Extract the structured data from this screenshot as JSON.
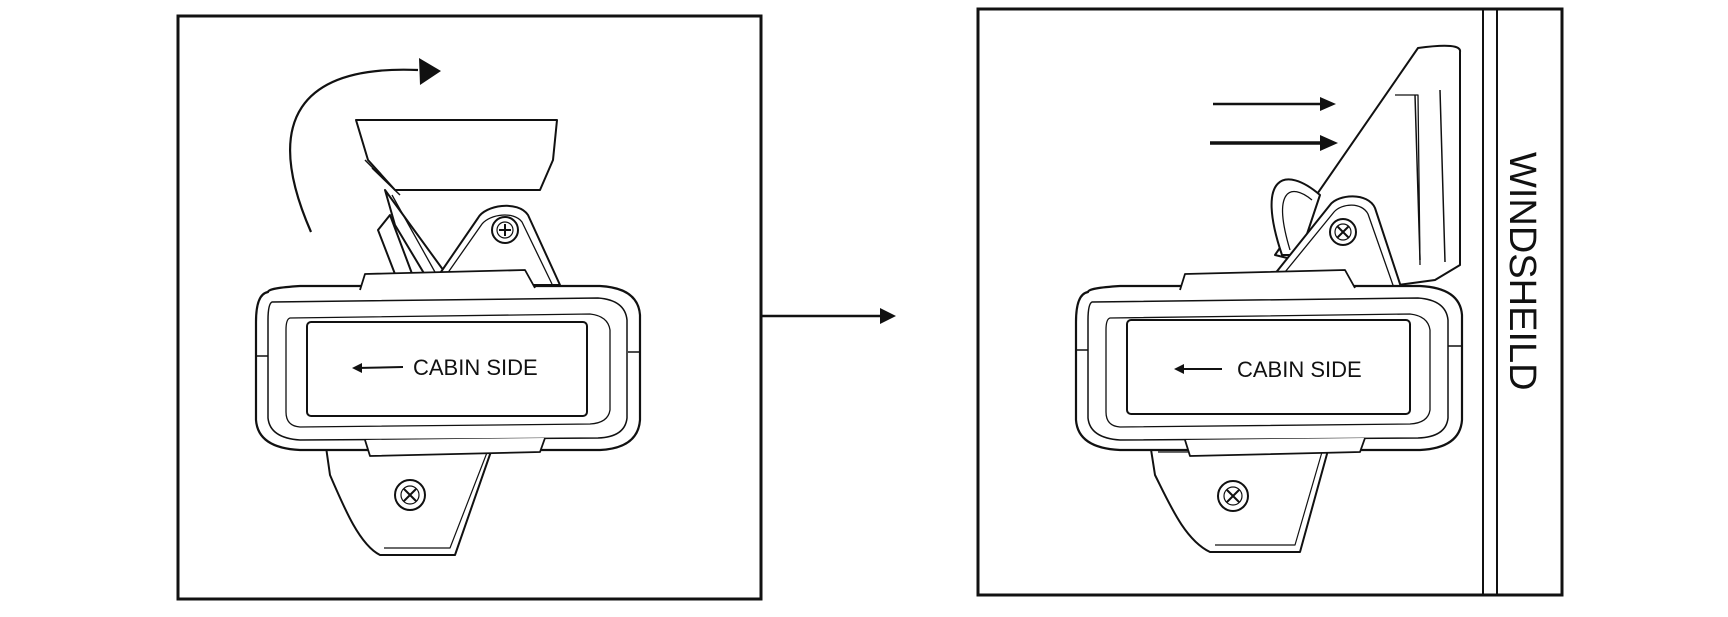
{
  "left_panel": {
    "label": "CABIN SIDE"
  },
  "right_panel": {
    "label": "CABIN SIDE",
    "surface_label": "WINDSHEILD"
  },
  "colors": {
    "ink": "#111111",
    "paper": "#ffffff",
    "shade": "#f2f2f2"
  }
}
